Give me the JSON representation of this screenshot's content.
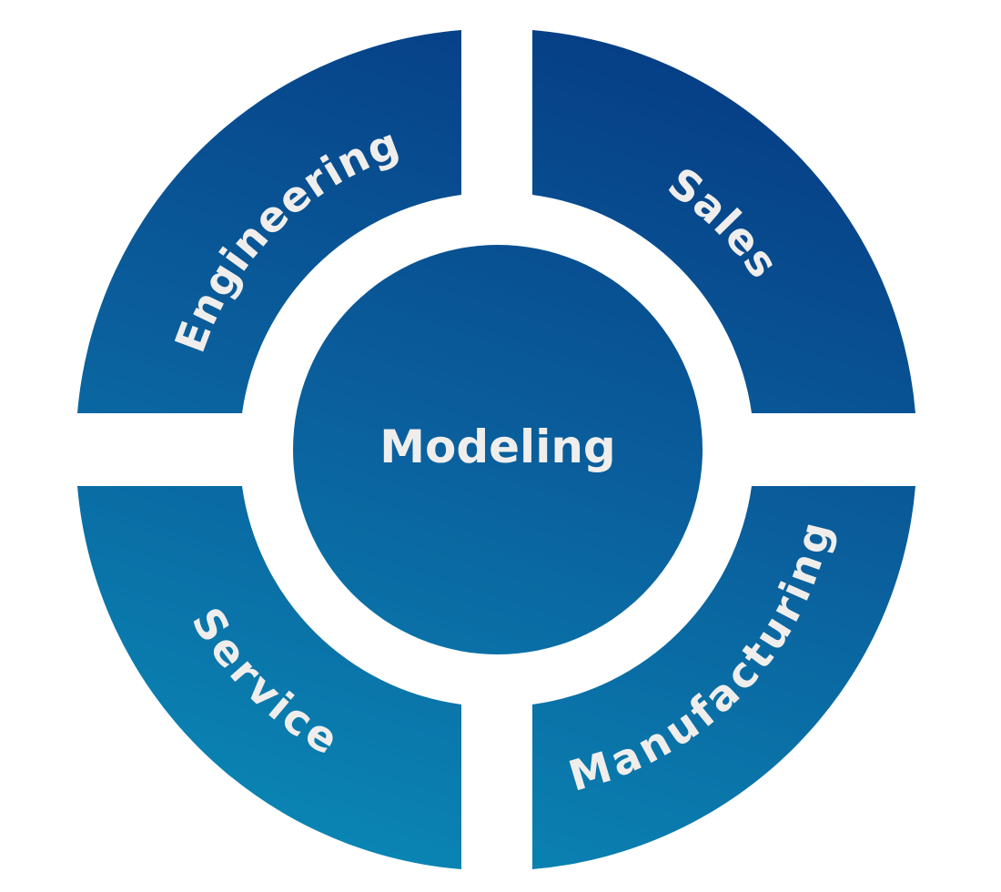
{
  "diagram": {
    "center": {
      "label": "Modeling"
    },
    "segments": [
      {
        "id": "engineering",
        "label": "Engineering",
        "position": "top-left"
      },
      {
        "id": "sales",
        "label": "Sales",
        "position": "top-right"
      },
      {
        "id": "service",
        "label": "Service",
        "position": "bottom-left"
      },
      {
        "id": "manufacturing",
        "label": "Manufacturing",
        "position": "bottom-right"
      }
    ],
    "colors": {
      "dark_blue": "#07438a",
      "mid_blue": "#0a5e9a",
      "light_blue": "#0a82b2",
      "text": "#f0eeec",
      "background": "#ffffff"
    }
  }
}
